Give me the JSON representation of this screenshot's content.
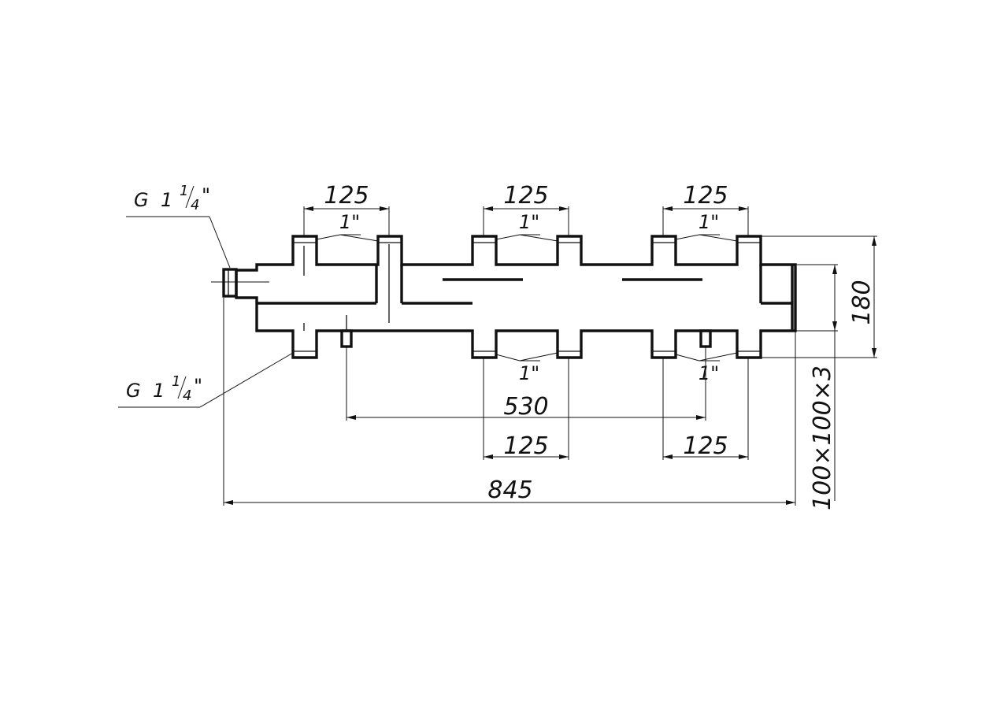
{
  "drawing": {
    "ports_top": [
      "1\"",
      "1\"",
      "1\""
    ],
    "ports_bottom": [
      "1\"",
      "1\""
    ],
    "spacing_top": [
      "125",
      "125",
      "125"
    ],
    "spacing_bottom": [
      "125",
      "125"
    ],
    "distance_530": "530",
    "overall_length": "845",
    "overall_height": "180",
    "section": "100×100×3",
    "thread_left_upper": {
      "g": "G",
      "whole": "1",
      "num": "1",
      "den": "4",
      "mark": "\""
    },
    "thread_left_lower": {
      "g": "G",
      "whole": "1",
      "num": "1",
      "den": "4",
      "mark": "\""
    }
  }
}
